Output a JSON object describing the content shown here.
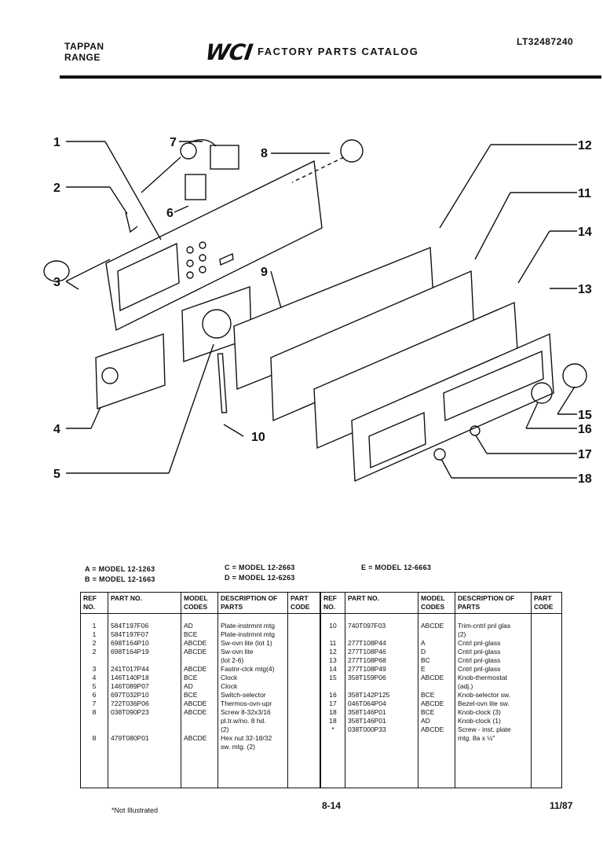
{
  "header": {
    "brand_line1": "TAPPAN",
    "brand_line2": "RANGE",
    "logo": "WCI",
    "catalog_title": "FACTORY PARTS CATALOG",
    "doc_code": "LT32487240"
  },
  "callouts": [
    "1",
    "2",
    "3",
    "4",
    "5",
    "6",
    "7",
    "8",
    "9",
    "10",
    "11",
    "12",
    "13",
    "14",
    "15",
    "16",
    "17",
    "18"
  ],
  "models": {
    "a": "A = MODEL 12-1263",
    "b": "B = MODEL 12-1663",
    "c": "C = MODEL 12-2663",
    "d": "D = MODEL 12-6263",
    "e": "E = MODEL 12-6663"
  },
  "table": {
    "headers": [
      "REF NO.",
      "PART NO.",
      "MODEL CODES",
      "DESCRIPTION OF PARTS",
      "PART CODE"
    ],
    "left_rows": [
      [
        "1",
        "584T197F06",
        "AD",
        "Plate-instrmnt mtg",
        ""
      ],
      [
        "1",
        "584T197F07",
        "BCE",
        "Plate-instrmnt mtg",
        ""
      ],
      [
        "2",
        "698T164P10",
        "ABCDE",
        "Sw-ovn lite (lot 1)",
        ""
      ],
      [
        "2",
        "698T164P19",
        "ABCDE",
        "Sw-ovn lite",
        ""
      ],
      [
        "",
        "",
        "",
        "(lot 2-6)",
        ""
      ],
      [
        "3",
        "241T017P44",
        "ABCDE",
        "Fastnr-clck mtg(4)",
        ""
      ],
      [
        "4",
        "146T140P18",
        "BCE",
        "Clock",
        ""
      ],
      [
        "5",
        "146T089P07",
        "AD",
        "Clock",
        ""
      ],
      [
        "6",
        "697T032P10",
        "BCE",
        "Switch-selector",
        ""
      ],
      [
        "7",
        "722T036P06",
        "ABCDE",
        "Thermos-ovn-upr",
        ""
      ],
      [
        "8",
        "038T090P23",
        "ABCDE",
        "Screw 8-32x3/16",
        ""
      ],
      [
        "",
        "",
        "",
        "pl.tr.w/no. 8 hd.",
        ""
      ],
      [
        "",
        "",
        "",
        "(2)",
        ""
      ],
      [
        "8",
        "479T080P01",
        "ABCDE",
        "Hex nut 32-18/32",
        ""
      ],
      [
        "",
        "",
        "",
        "sw. mtg. (2)",
        ""
      ]
    ],
    "right_rows": [
      [
        "10",
        "740T097F03",
        "ABCDE",
        "Trim-cntrl pnl glas",
        ""
      ],
      [
        "",
        "",
        "",
        "(2)",
        ""
      ],
      [
        "11",
        "277T108P44",
        "A",
        "Cntrl pnl-glass",
        ""
      ],
      [
        "12",
        "277T108P46",
        "D",
        "Cntrl pnl-glass",
        ""
      ],
      [
        "13",
        "277T108P68",
        "BC",
        "Cntrl pnl-glass",
        ""
      ],
      [
        "14",
        "277T108P49",
        "E",
        "Cntrl pnl-glass",
        ""
      ],
      [
        "15",
        "358T159P06",
        "ABCDE",
        "Knob-thermostat",
        ""
      ],
      [
        "",
        "",
        "",
        "(adj.)",
        ""
      ],
      [
        "16",
        "358T142P125",
        "BCE",
        "Knob-selector sw.",
        ""
      ],
      [
        "17",
        "046T064P04",
        "ABCDE",
        "Bezel-ovn lite sw.",
        ""
      ],
      [
        "18",
        "358T146P01",
        "BCE",
        "Knob-clock (3)",
        ""
      ],
      [
        "18",
        "358T146P01",
        "AD",
        "Knob-clock (1)",
        ""
      ],
      [
        "*",
        "038T000P33",
        "ABCDE",
        "Screw - inst. plate",
        ""
      ],
      [
        "",
        "",
        "",
        "mtg. 8a x ½\"",
        ""
      ]
    ]
  },
  "footer": {
    "note": "*Not Illustrated",
    "page": "8-14",
    "date": "11/87"
  }
}
